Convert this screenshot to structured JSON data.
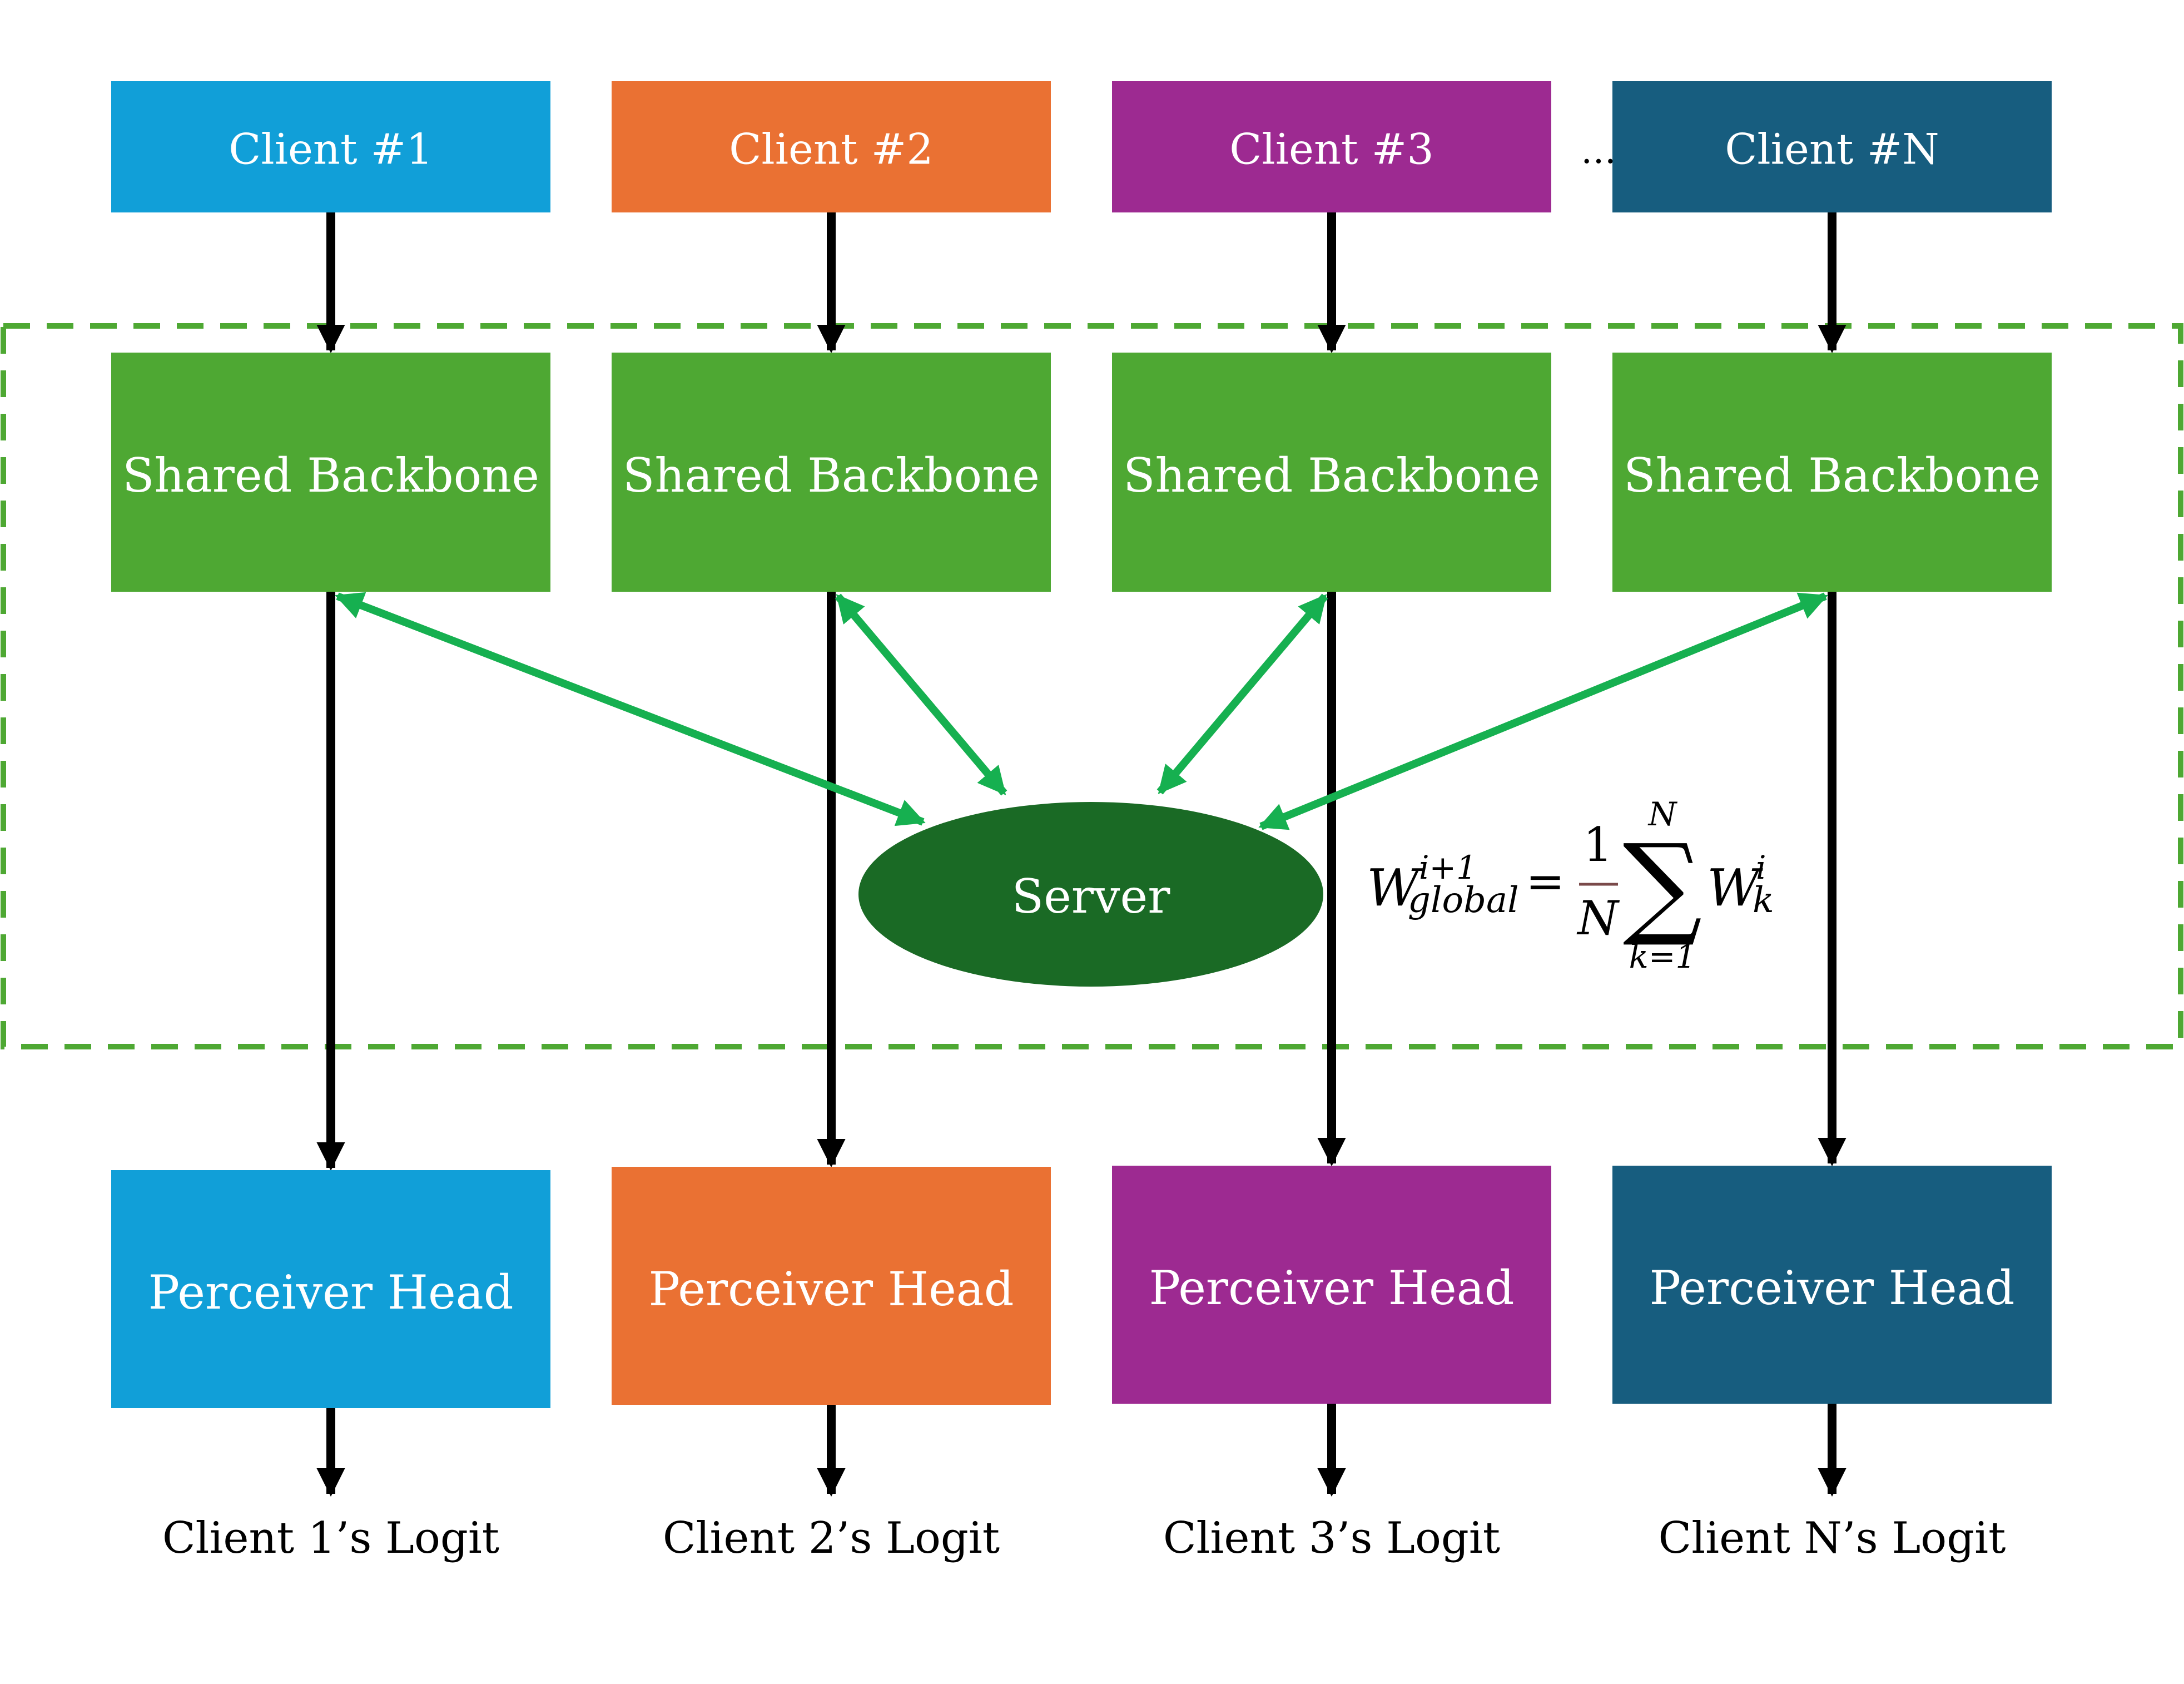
{
  "colors": {
    "client_1": "#119FD8",
    "client_2": "#EA7133",
    "client_3": "#9D2A91",
    "client_n": "#175D7F",
    "backbone": "#4EA833",
    "server": "#1A6A25",
    "sync_arrow": "#16B050",
    "flow_arrow": "#000000",
    "dashed_region": "#4EA833"
  },
  "clients": [
    {
      "name": "Client #1",
      "backbone": "Shared Backbone",
      "head": "Perceiver Head",
      "logit": "Client 1’s Logit",
      "color_key": "client_1"
    },
    {
      "name": "Client #2",
      "backbone": "Shared Backbone",
      "head": "Perceiver Head",
      "logit": "Client 2’s Logit",
      "color_key": "client_2"
    },
    {
      "name": "Client #3",
      "backbone": "Shared Backbone",
      "head": "Perceiver Head",
      "logit": "Client 3’s Logit",
      "color_key": "client_3"
    },
    {
      "name": "Client #N",
      "backbone": "Shared Backbone",
      "head": "Perceiver Head",
      "logit": "Client N’s Logit",
      "color_key": "client_n"
    }
  ],
  "ellipsis": "…",
  "server": {
    "label": "Server"
  },
  "formula": {
    "lhs_symbol": "W",
    "lhs_superscript": "i+1",
    "lhs_subscript": "global",
    "equals": "=",
    "numerator": "1",
    "denominator": "N",
    "sum_symbol": "∑",
    "sum_upper": "N",
    "sum_lower": "k=1",
    "rhs_symbol": "W",
    "rhs_superscript": "i",
    "rhs_subscript": "k"
  }
}
